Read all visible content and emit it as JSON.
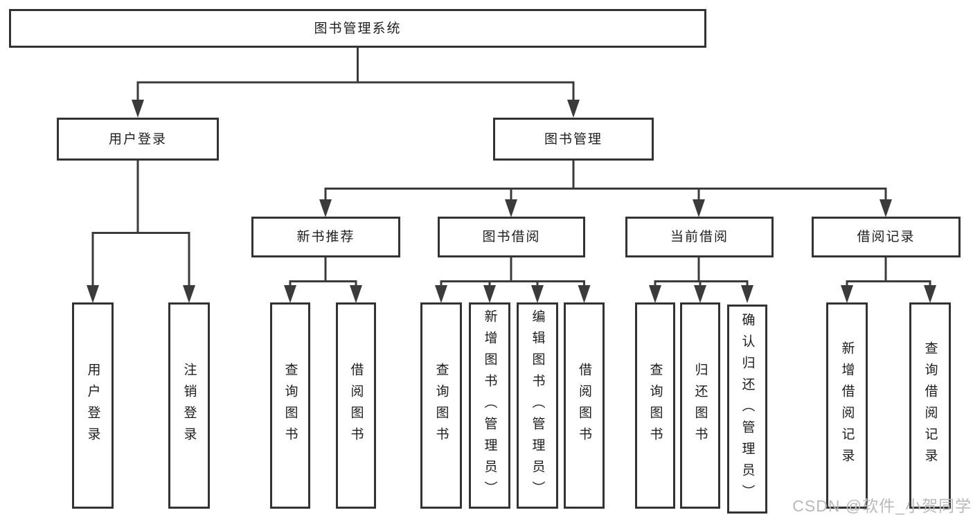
{
  "diagram": {
    "root": {
      "label": "图书管理系统"
    },
    "branches": [
      {
        "label": "用户登录",
        "children": [
          {
            "label": "用户登录"
          },
          {
            "label": "注销登录"
          }
        ]
      },
      {
        "label": "图书管理",
        "sections": [
          {
            "label": "新书推荐",
            "children": [
              {
                "label": "查询图书"
              },
              {
                "label": "借阅图书"
              }
            ]
          },
          {
            "label": "图书借阅",
            "children": [
              {
                "label": "查询图书"
              },
              {
                "label": "新增图书（管理员）"
              },
              {
                "label": "编辑图书（管理员）"
              },
              {
                "label": "借阅图书"
              }
            ]
          },
          {
            "label": "当前借阅",
            "children": [
              {
                "label": "查询图书"
              },
              {
                "label": "归还图书"
              },
              {
                "label": "确认归还（管理员）"
              }
            ]
          },
          {
            "label": "借阅记录",
            "children": [
              {
                "label": "新增借阅记录"
              },
              {
                "label": "查询借阅记录"
              }
            ]
          }
        ]
      }
    ]
  },
  "watermark": {
    "text": "CSDN @软件_小贺同学"
  },
  "colors": {
    "line": "#3b3b3b",
    "box_border": "#333333",
    "box_background": "#ffffff",
    "text": "#1d1d1d",
    "watermark": "#b9b9b9"
  }
}
